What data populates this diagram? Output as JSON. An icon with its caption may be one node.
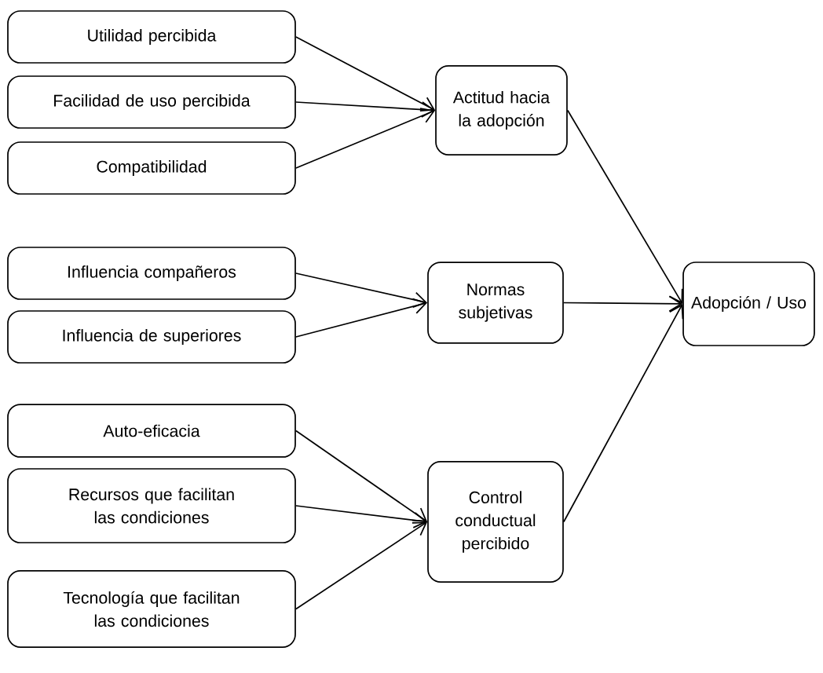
{
  "diagram": {
    "nodes": [
      {
        "text": [
          "Utilidad percibida"
        ]
      },
      {
        "text": [
          "Facilidad de uso percibida"
        ]
      },
      {
        "text": [
          "Compatibilidad"
        ]
      },
      {
        "text": [
          "Actitud hacia la adopción"
        ]
      },
      {
        "text": [
          "Influencia compañeros"
        ]
      },
      {
        "text": [
          "Influencia de superiores"
        ]
      },
      {
        "text": [
          "Normas subjetivas"
        ]
      },
      {
        "text": [
          "Adopción / Uso"
        ]
      },
      {
        "text": [
          "Auto-eficacia"
        ]
      },
      {
        "text": [
          "Recursos que facilitan las condiciones"
        ]
      },
      {
        "text": [
          "Control conductual percibido"
        ]
      },
      {
        "text": [
          "Tecnología que facilitan las condiciones"
        ]
      }
    ],
    "edges": [
      {
        "from": 0,
        "to": 3,
        "arrow": "to"
      },
      {
        "from": 1,
        "to": 3,
        "arrow": "to"
      },
      {
        "from": 2,
        "to": 3,
        "arrow": "to"
      },
      {
        "from": 4,
        "to": 6,
        "arrow": "to"
      },
      {
        "from": 5,
        "to": 6,
        "arrow": "to"
      },
      {
        "from": 8,
        "to": 10,
        "arrow": "to"
      },
      {
        "from": 9,
        "to": 10,
        "arrow": "to"
      },
      {
        "from": 11,
        "to": 10,
        "arrow": "to"
      },
      {
        "from": 3,
        "to": 7,
        "arrow": "to"
      },
      {
        "from": 6,
        "to": 7,
        "arrow": "to"
      },
      {
        "from": 10,
        "to": 7,
        "arrow": "to"
      }
    ]
  }
}
